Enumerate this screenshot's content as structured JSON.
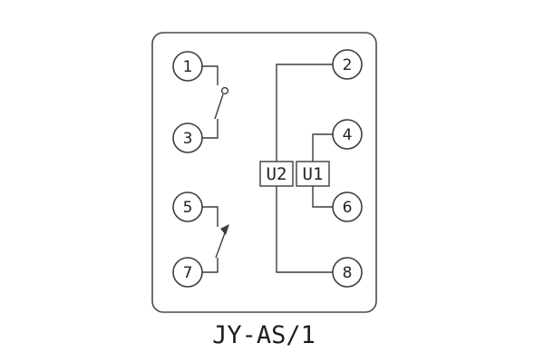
{
  "diagram": {
    "title": "JY-AS/1",
    "left_terminals": [
      {
        "label": "1"
      },
      {
        "label": "3"
      },
      {
        "label": "5"
      },
      {
        "label": "7"
      }
    ],
    "right_terminals": [
      {
        "label": "2"
      },
      {
        "label": "4"
      },
      {
        "label": "6"
      },
      {
        "label": "8"
      }
    ],
    "units": [
      {
        "label": "U2"
      },
      {
        "label": "U1"
      }
    ],
    "colors": {
      "line": "#3d3d3d",
      "background": "#ffffff",
      "text": "#222222"
    }
  }
}
